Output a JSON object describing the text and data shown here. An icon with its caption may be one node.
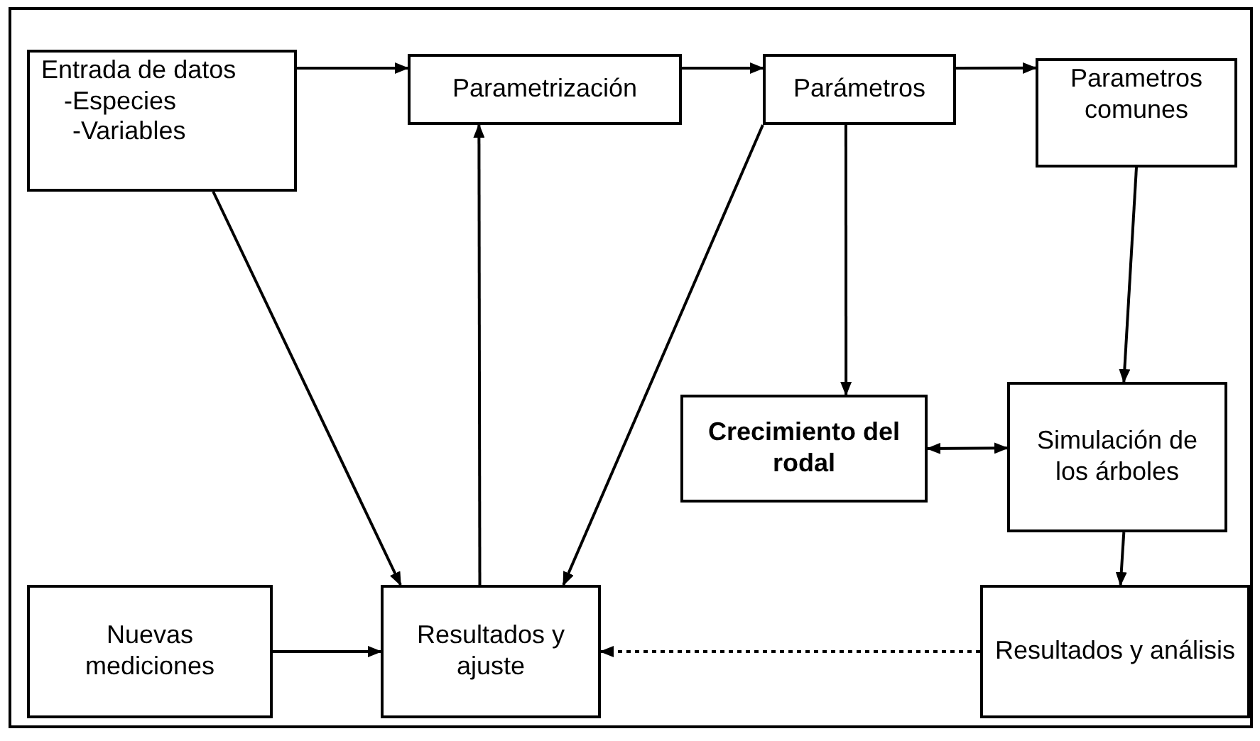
{
  "diagram": {
    "nodes": [
      {
        "text": [
          "Entrada de datos",
          "-Especies",
          "-Variables"
        ]
      },
      {
        "text": [
          "Parametrización"
        ]
      },
      {
        "text": [
          "Parámetros"
        ]
      },
      {
        "text": [
          "Parametros comunes"
        ]
      },
      {
        "text": [
          "Crecimiento del rodal"
        ]
      },
      {
        "text": [
          "Simulación de los árboles"
        ]
      },
      {
        "text": [
          "Nuevas mediciones"
        ]
      },
      {
        "text": [
          "Resultados y ajuste"
        ]
      },
      {
        "text": [
          "Resultados y análisis"
        ]
      }
    ],
    "edges": [
      {
        "from": 0,
        "to": 1,
        "arrow": "to"
      },
      {
        "from": 1,
        "to": 2,
        "arrow": "to"
      },
      {
        "from": 2,
        "to": 3,
        "arrow": "to"
      },
      {
        "from": 0,
        "to": 7,
        "arrow": "to"
      },
      {
        "from": 7,
        "to": 1,
        "arrow": "to"
      },
      {
        "from": 2,
        "to": 7,
        "arrow": "to"
      },
      {
        "from": 2,
        "to": 4,
        "arrow": "to"
      },
      {
        "from": 3,
        "to": 5,
        "arrow": "to"
      },
      {
        "from": 4,
        "to": 5,
        "arrow": "both"
      },
      {
        "from": 5,
        "to": 8,
        "arrow": "to"
      },
      {
        "from": 6,
        "to": 7,
        "arrow": "to"
      },
      {
        "from": 8,
        "to": 7,
        "arrow": "to",
        "style": "dashed"
      }
    ]
  }
}
